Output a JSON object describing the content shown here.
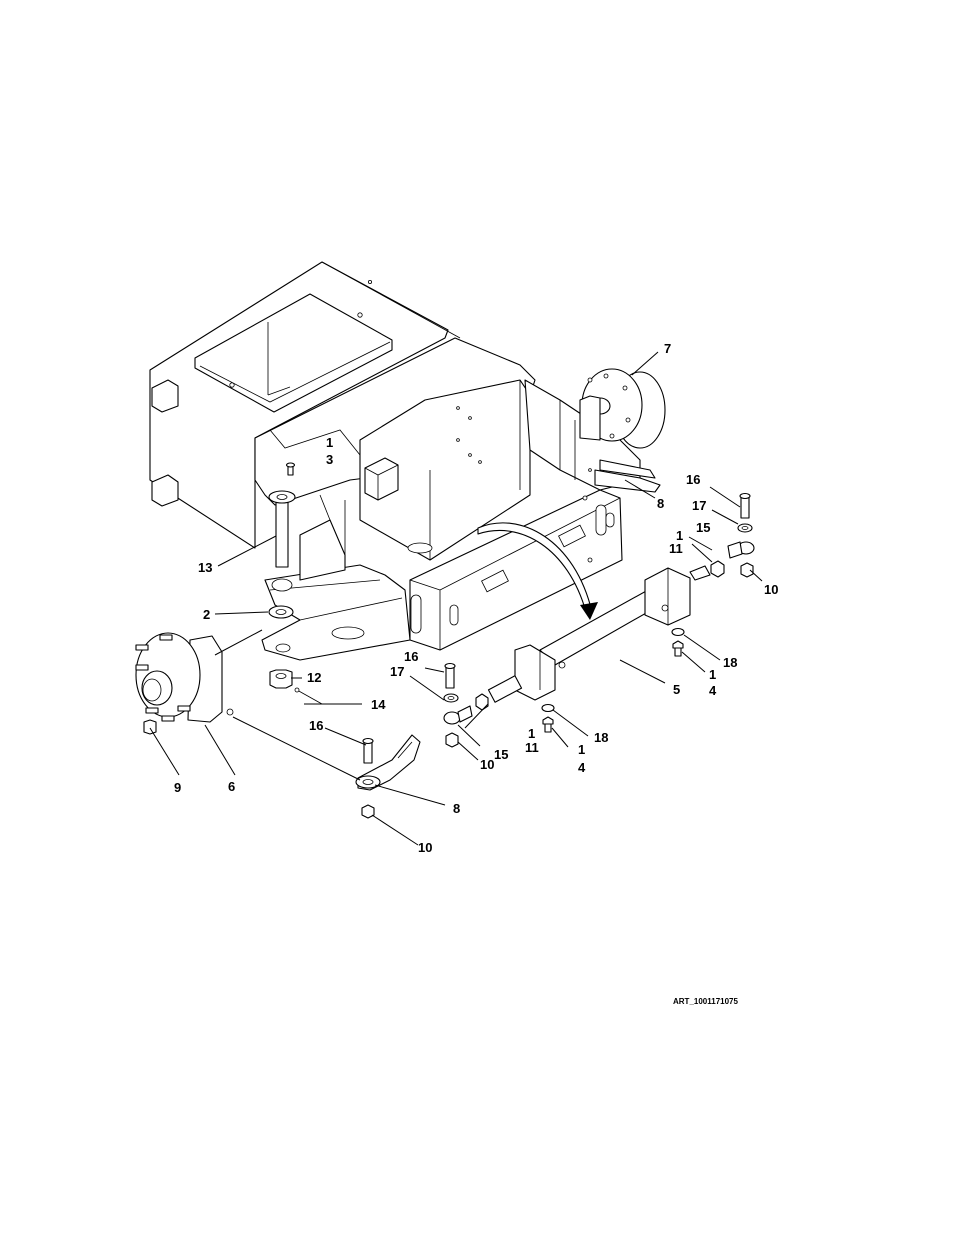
{
  "callouts": [
    {
      "id": "c-7",
      "text": "7"
    },
    {
      "id": "c-1a",
      "text": "1"
    },
    {
      "id": "c-3",
      "text": "3"
    },
    {
      "id": "c-8a",
      "text": "8"
    },
    {
      "id": "c-16a",
      "text": "16"
    },
    {
      "id": "c-17a",
      "text": "17"
    },
    {
      "id": "c-1b",
      "text": "1"
    },
    {
      "id": "c-15a",
      "text": "15"
    },
    {
      "id": "c-11a",
      "text": "11"
    },
    {
      "id": "c-10a",
      "text": "10"
    },
    {
      "id": "c-13",
      "text": "13"
    },
    {
      "id": "c-2",
      "text": "2"
    },
    {
      "id": "c-12",
      "text": "12"
    },
    {
      "id": "c-14",
      "text": "14"
    },
    {
      "id": "c-16b",
      "text": "16"
    },
    {
      "id": "c-17b",
      "text": "17"
    },
    {
      "id": "c-1c",
      "text": "1"
    },
    {
      "id": "c-11b",
      "text": "11"
    },
    {
      "id": "c-15b",
      "text": "15"
    },
    {
      "id": "c-10b",
      "text": "10"
    },
    {
      "id": "c-18a",
      "text": "18"
    },
    {
      "id": "c-1d",
      "text": "1"
    },
    {
      "id": "c-4a",
      "text": "4"
    },
    {
      "id": "c-5",
      "text": "5"
    },
    {
      "id": "c-1e",
      "text": "1"
    },
    {
      "id": "c-4b",
      "text": "4"
    },
    {
      "id": "c-18b",
      "text": "18"
    },
    {
      "id": "c-16c",
      "text": "16"
    },
    {
      "id": "c-9",
      "text": "9"
    },
    {
      "id": "c-6",
      "text": "6"
    },
    {
      "id": "c-8b",
      "text": "8"
    },
    {
      "id": "c-10c",
      "text": "10"
    }
  ],
  "art_number": "ART_1001171075"
}
